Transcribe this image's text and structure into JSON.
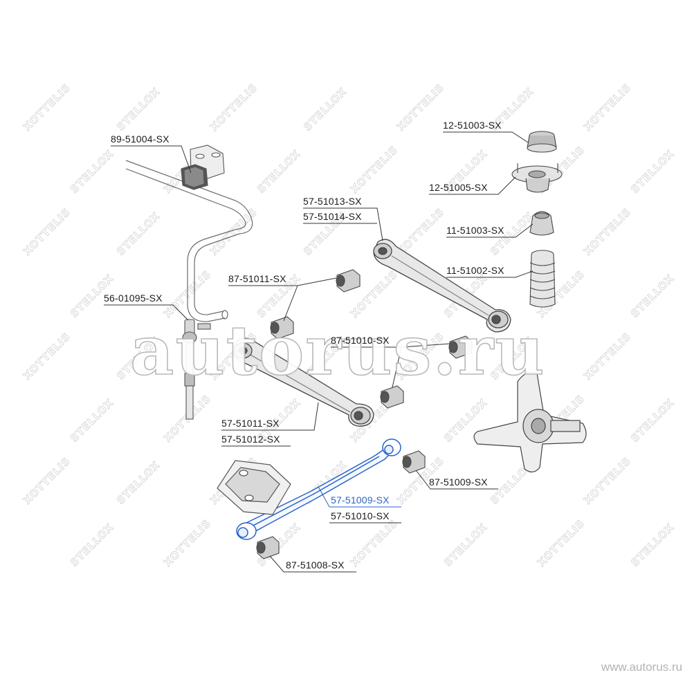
{
  "diagram": {
    "parts": {
      "p_89_51004": "89-51004-SX",
      "p_12_51003": "12-51003-SX",
      "p_12_51005": "12-51005-SX",
      "p_57_51013": "57-51013-SX",
      "p_57_51014": "57-51014-SX",
      "p_11_51003": "11-51003-SX",
      "p_11_51002": "11-51002-SX",
      "p_87_51011": "87-51011-SX",
      "p_56_01095": "56-01095-SX",
      "p_87_51010": "87-51010-SX",
      "p_57_51011": "57-51011-SX",
      "p_57_51012": "57-51012-SX",
      "p_87_51009": "87-51009-SX",
      "p_57_51009": "57-51009-SX",
      "p_57_51010": "57-51010-SX",
      "p_87_51008": "87-51008-SX"
    },
    "highlight_color": "#2a63c8"
  },
  "watermark": {
    "brand": "STELLOX",
    "brand_alt": "XOTTELIS",
    "center_text": "autorus.ru",
    "corner_url": "www.autorus.ru"
  }
}
